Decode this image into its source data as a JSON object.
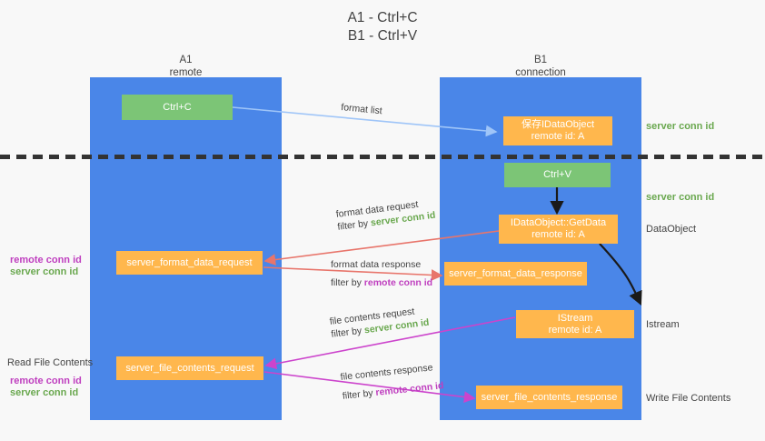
{
  "title": "A1 - Ctrl+C\nB1 - Ctrl+V",
  "colors": {
    "column": "#4a86e8",
    "green_node": "#7cc576",
    "orange_node": "#ffb74d",
    "server_conn": "#6aa84f",
    "remote_conn": "#bf3fbf",
    "arrow_format": "#e8756b",
    "arrow_file": "#cc44cc",
    "arrow_copy": "#9fc5f8",
    "arrow_black": "#1a1a1a",
    "background": "#f8f8f8"
  },
  "columns": [
    {
      "id": "a1",
      "title": "A1\nremote"
    },
    {
      "id": "b1",
      "title": "B1\nconnection"
    }
  ],
  "nodes": [
    {
      "id": "ctrl-c",
      "label": "Ctrl+C",
      "kind": "green"
    },
    {
      "id": "store-idataobject",
      "label": "保存IDataObject\nremote id: A",
      "kind": "orange"
    },
    {
      "id": "ctrl-v",
      "label": "Ctrl+V",
      "kind": "green"
    },
    {
      "id": "idataobject-getdata",
      "label": "IDataObject::GetData\nremote id: A",
      "kind": "orange"
    },
    {
      "id": "server-format-data-request",
      "label": "server_format_data_request",
      "kind": "orange"
    },
    {
      "id": "server-format-data-response",
      "label": "server_format_data_response",
      "kind": "orange"
    },
    {
      "id": "istream",
      "label": "IStream\nremote id: A",
      "kind": "orange"
    },
    {
      "id": "server-file-contents-request",
      "label": "server_file_contents_request",
      "kind": "orange"
    },
    {
      "id": "server-file-contents-response",
      "label": "server_file_contents_response",
      "kind": "orange"
    }
  ],
  "right_labels": [
    {
      "id": "server-conn-id-1",
      "text": "server conn id",
      "style": "green"
    },
    {
      "id": "server-conn-id-2",
      "text": "server conn id",
      "style": "green"
    },
    {
      "id": "dataobject",
      "text": "DataObject",
      "style": "plain"
    },
    {
      "id": "istream-label",
      "text": "Istream",
      "style": "plain"
    },
    {
      "id": "write-file-contents",
      "text": "Write File Contents",
      "style": "plain"
    }
  ],
  "left_labels": [
    {
      "id": "format-remote-conn",
      "text": "remote conn id",
      "style": "purple"
    },
    {
      "id": "format-server-conn",
      "text": "server conn id",
      "style": "green"
    },
    {
      "id": "read-file-contents",
      "text": "Read File Contents",
      "style": "plain"
    },
    {
      "id": "file-remote-conn",
      "text": "remote conn id",
      "style": "purple"
    },
    {
      "id": "file-server-conn",
      "text": "server conn id",
      "style": "green"
    }
  ],
  "edges": [
    {
      "id": "format-list",
      "label": "format list",
      "filter_prefix": "",
      "filter_target": "",
      "filter_style": ""
    },
    {
      "id": "format-data-request",
      "label": "format data request",
      "filter_prefix": "filter by ",
      "filter_target": "server conn id",
      "filter_style": "green"
    },
    {
      "id": "format-data-response",
      "label": "format data response",
      "filter_prefix": "filter by ",
      "filter_target": "remote conn id",
      "filter_style": "purple"
    },
    {
      "id": "file-contents-request",
      "label": "file contents request",
      "filter_prefix": "filter by ",
      "filter_target": "server conn id",
      "filter_style": "green"
    },
    {
      "id": "file-contents-response",
      "label": "file contents response",
      "filter_prefix": "filter by ",
      "filter_target": "remote conn id",
      "filter_style": "purple"
    }
  ]
}
